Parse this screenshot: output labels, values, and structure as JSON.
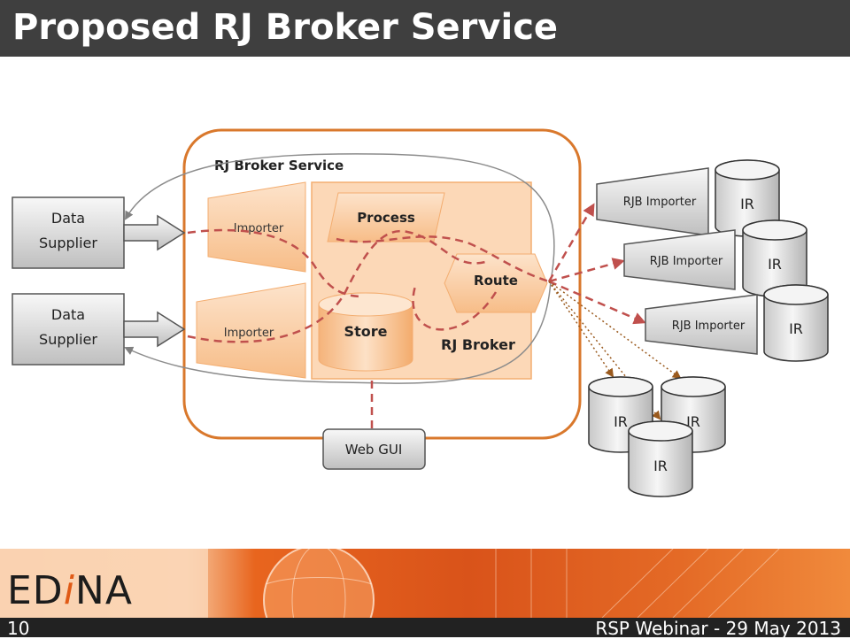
{
  "slide": {
    "title": "Proposed RJ Broker Service",
    "number": "10",
    "footer_text": "RSP Webinar - 29 May 2013",
    "logo_text": "EDiNA"
  },
  "diagram": {
    "service_label": "RJ Broker Service",
    "broker_label": "RJ Broker",
    "data_suppliers": [
      {
        "line1": "Data",
        "line2": "Supplier"
      },
      {
        "line1": "Data",
        "line2": "Supplier"
      }
    ],
    "importers": [
      "Importer",
      "Importer"
    ],
    "process_label": "Process",
    "store_label": "Store",
    "route_label": "Route",
    "web_gui_label": "Web GUI",
    "rjb_importers": [
      "RJB Importer",
      "RJB Importer",
      "RJB Importer"
    ],
    "repositories": [
      "IR",
      "IR",
      "IR",
      "IR",
      "IR",
      "IR"
    ]
  },
  "colors": {
    "service_border": "#d9782c",
    "orange_fill": "#fcd2ad",
    "dashed_flow": "#c0504d",
    "title_bar": "#3f3f3f",
    "footer_bar": "#222222"
  }
}
